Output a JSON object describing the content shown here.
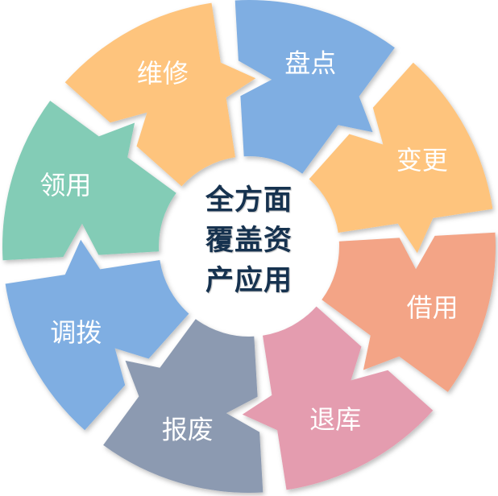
{
  "center": {
    "lines": [
      "全方面",
      "覆盖资",
      "产应用"
    ],
    "color": "#16324f"
  },
  "segments": [
    {
      "label": "盘点",
      "color": "#7faee2"
    },
    {
      "label": "变更",
      "color": "#fec47d"
    },
    {
      "label": "借用",
      "color": "#f3a486"
    },
    {
      "label": "退库",
      "color": "#e49caf"
    },
    {
      "label": "报废",
      "color": "#8c9ab1"
    },
    {
      "label": "调拨",
      "color": "#7faee2"
    },
    {
      "label": "领用",
      "color": "#83ccb6"
    },
    {
      "label": "维修",
      "color": "#fec47d"
    }
  ],
  "label_color": "#ffffff"
}
